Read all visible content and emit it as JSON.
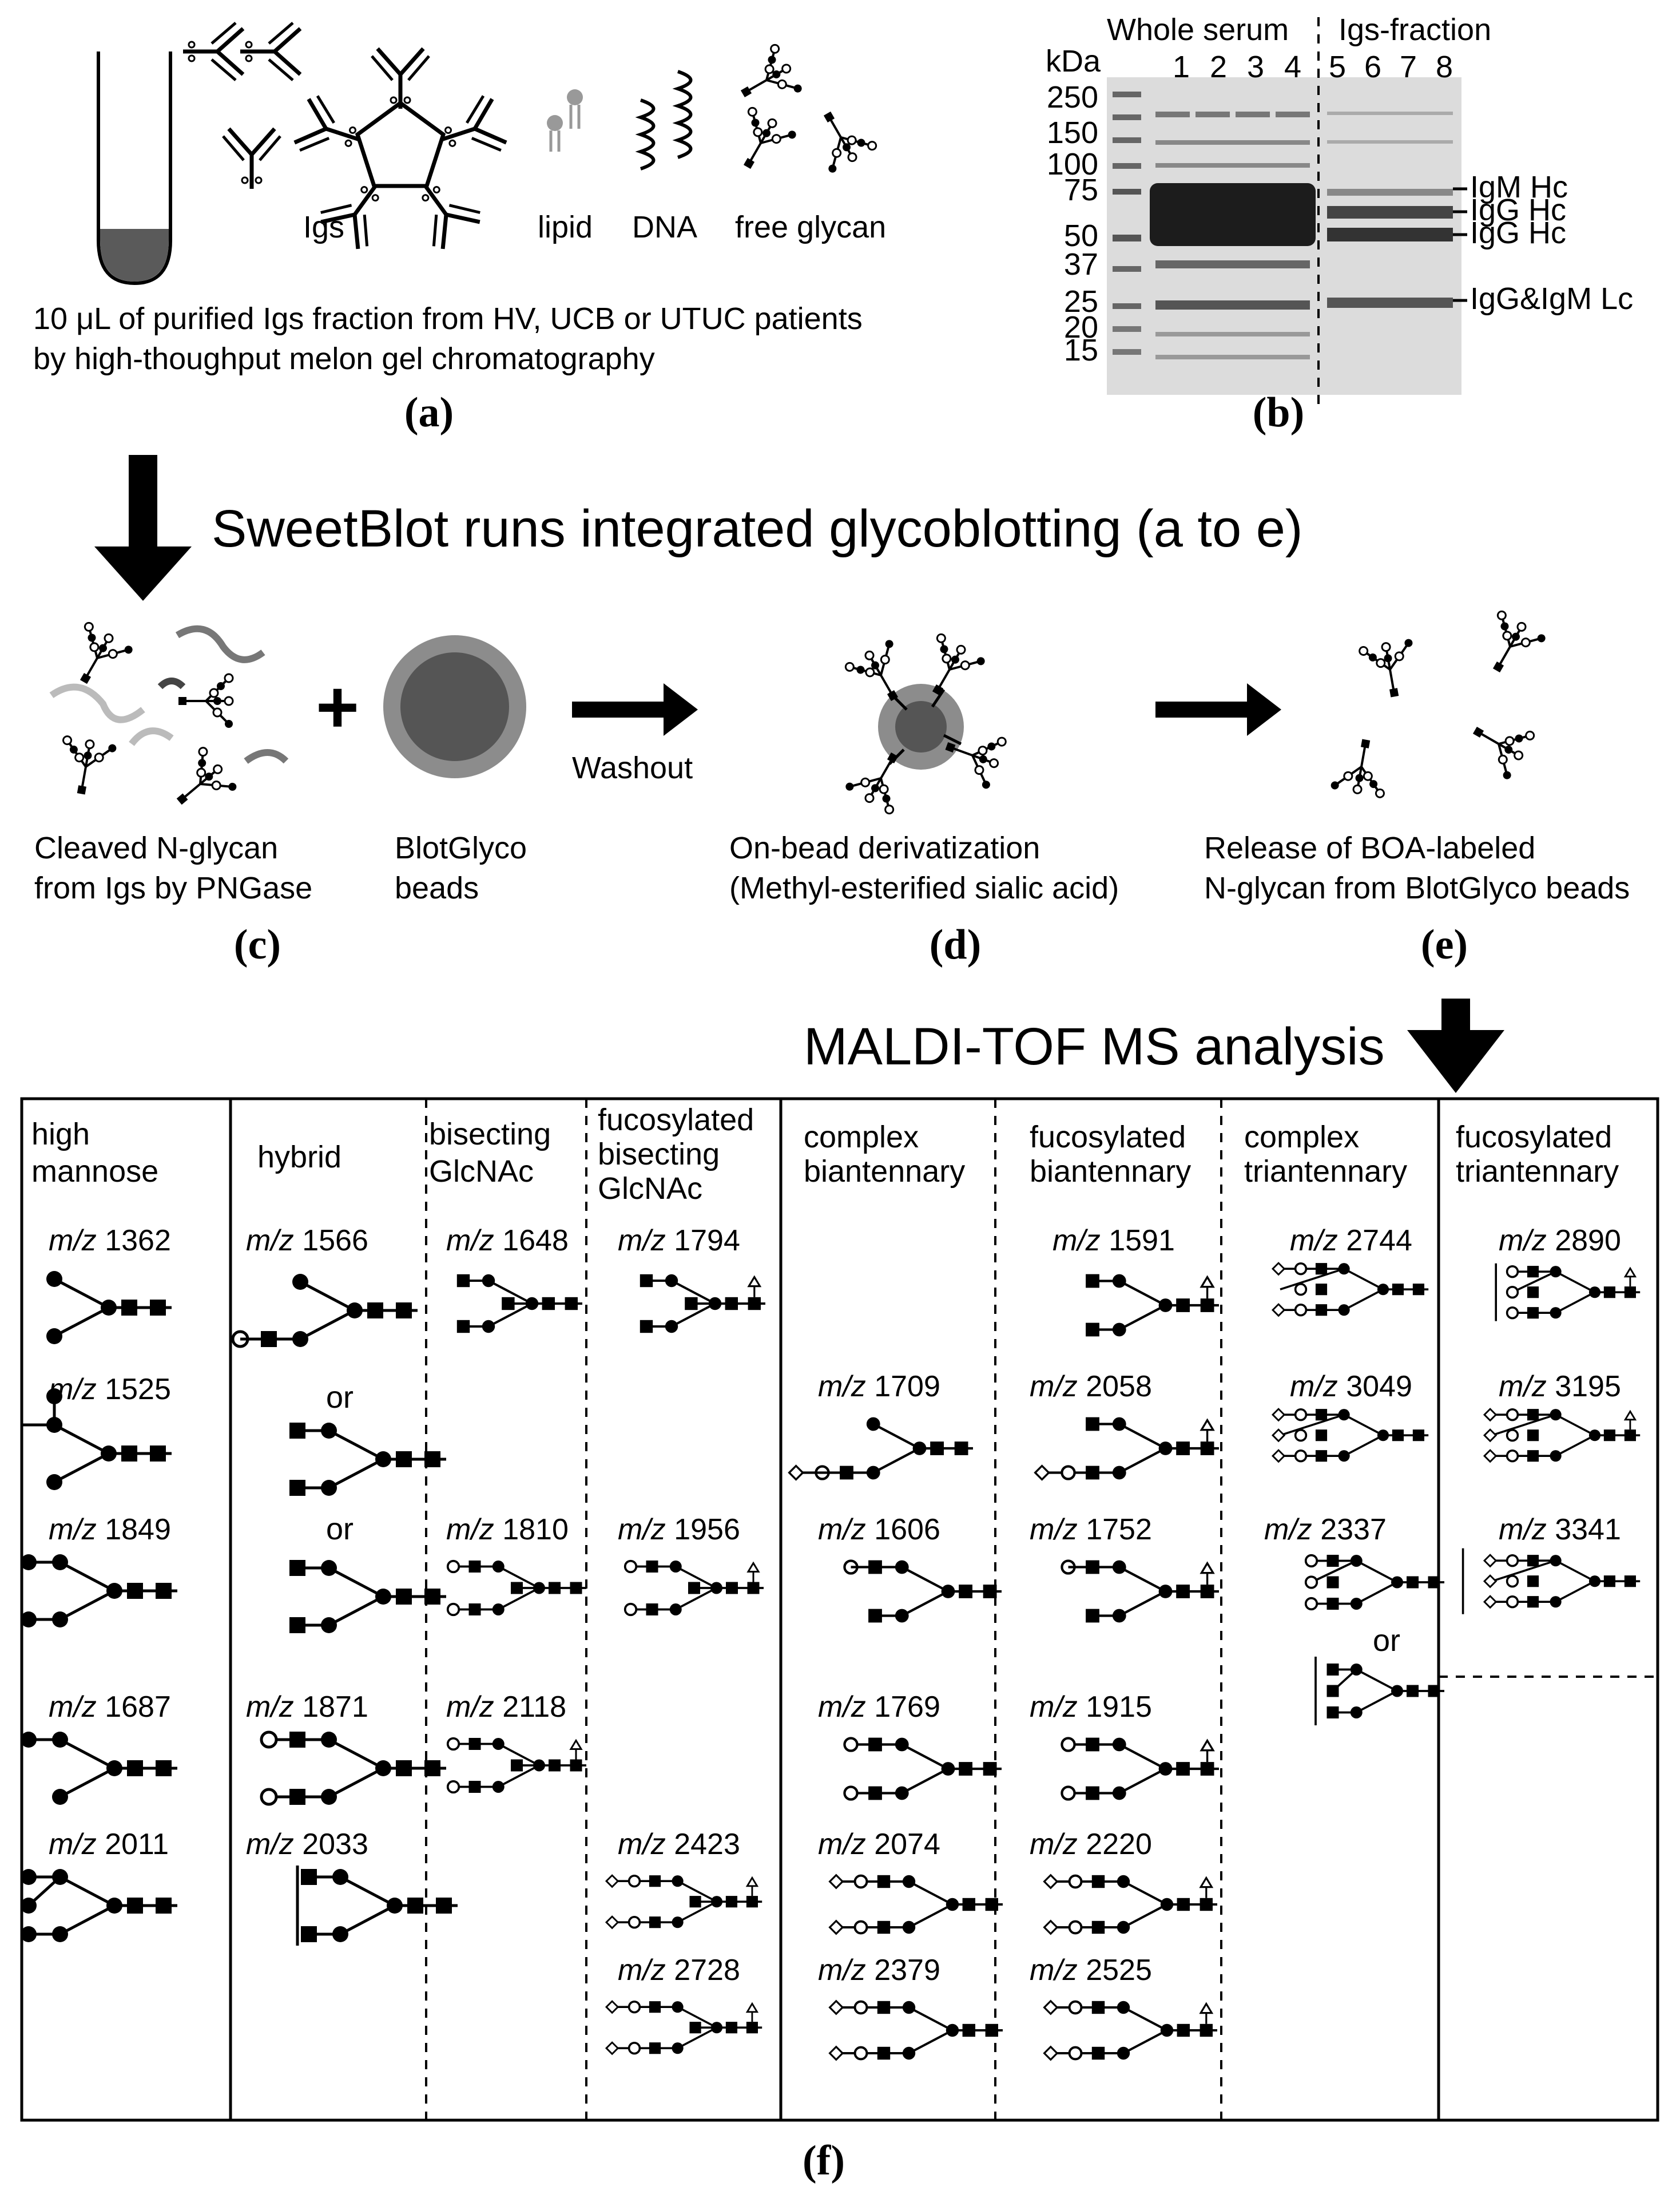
{
  "colors": {
    "ink": "#000000",
    "gel_band": "#2a2a2a",
    "gel_bg": "#d9d9d9",
    "bead_outer": "#8c8c8c",
    "bead_inner": "#555555",
    "tube_fill": "#5a5a5a",
    "lipid": "#999999"
  },
  "panel_a": {
    "labels": {
      "igs": "Igs",
      "lipid": "lipid",
      "dna": "DNA",
      "free_glycan": "free glycan"
    },
    "caption_line1": "10 μL of purified Igs fraction from  HV, UCB or UTUC patients",
    "caption_line2": "by high-thoughput melon gel chromatography",
    "panel_label": "(a)"
  },
  "panel_b": {
    "kda": "kDa",
    "markers": [
      "250",
      "150",
      "100",
      "75",
      "50",
      "37",
      "25",
      "20",
      "15"
    ],
    "group_whole": "Whole serum",
    "group_igs": "Igs-fraction",
    "lanes": [
      "1",
      "2",
      "3",
      "4",
      "5",
      "6",
      "7",
      "8"
    ],
    "bands": [
      "IgM Hc",
      "IgG Hc",
      "IgG Hc",
      "IgG&IgM Lc"
    ],
    "panel_label": "(b)"
  },
  "arrow_header": "SweetBlot runs integrated glycoblotting (a to e)",
  "panel_c": {
    "plus": "+",
    "caption_left_1": "Cleaved N-glycan",
    "caption_left_2": "from Igs by PNGase",
    "caption_right_1": "BlotGlyco",
    "caption_right_2": "beads",
    "washout": "Washout",
    "panel_label": "(c)"
  },
  "panel_d": {
    "caption_1": "On-bead derivatization",
    "caption_2": "(Methyl-esterified sialic acid)",
    "panel_label": "(d)"
  },
  "panel_e": {
    "caption_1": "Release of BOA-labeled",
    "caption_2": "N-glycan from BlotGlyco beads",
    "panel_label": "(e)"
  },
  "maldi_header": "MALDI-TOF MS analysis",
  "panel_f": {
    "panel_label": "(f)",
    "or": "or",
    "columns": {
      "high_mannose": [
        "high",
        "mannose"
      ],
      "hybrid": [
        "hybrid"
      ],
      "bisecting": [
        "bisecting",
        "GlcNAc"
      ],
      "fuc_bisecting": [
        "fucosylated",
        "bisecting",
        "GlcNAc"
      ],
      "complex_bi": [
        "complex",
        "biantennary"
      ],
      "fuc_bi": [
        "fucosylated",
        "biantennary"
      ],
      "complex_tri": [
        "complex",
        "triantennary"
      ],
      "fuc_tri": [
        "fucosylated",
        "triantennary"
      ]
    },
    "mz_prefix": "m/z",
    "mz": {
      "hm": [
        "1362",
        "1525",
        "1849",
        "1687",
        "2011"
      ],
      "hy": [
        "1566",
        "1871",
        "2033"
      ],
      "bi": [
        "1648",
        "1810",
        "2118"
      ],
      "fb": [
        "1794",
        "1956",
        "2423",
        "2728"
      ],
      "cb": [
        "1709",
        "1606",
        "1769",
        "2074",
        "2379"
      ],
      "fbi": [
        "1591",
        "2058",
        "1752",
        "1915",
        "2220",
        "2525"
      ],
      "ct": [
        "2744",
        "3049",
        "2337"
      ],
      "ft": [
        "2890",
        "3195",
        "3341"
      ]
    }
  }
}
